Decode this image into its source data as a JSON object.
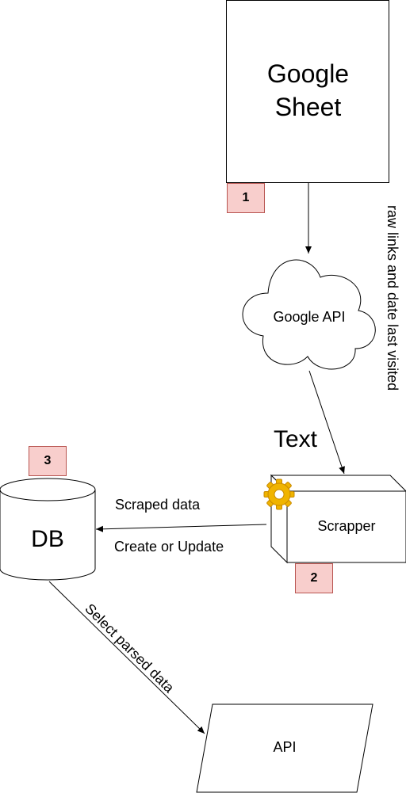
{
  "nodes": {
    "google_sheet": {
      "line1": "Google",
      "line2": "Sheet"
    },
    "google_api": {
      "label": "Google API"
    },
    "scrapper": {
      "label": "Scrapper"
    },
    "db": {
      "label": "DB"
    },
    "api": {
      "label": "API"
    }
  },
  "badges": {
    "sheet": "1",
    "scrapper": "2",
    "db": "3"
  },
  "edge_labels": {
    "raw_links": "raw links and date last visited",
    "text": "Text",
    "scraped_data": "Scraped data",
    "create_update": "Create or Update",
    "select_parsed": "Select parsed data"
  },
  "colors": {
    "badge_fill": "#f8cecc",
    "badge_stroke": "#b85450",
    "gear": "#f0b400",
    "line": "#000000"
  },
  "icons": {
    "scrapper_icon": "gear-icon"
  }
}
